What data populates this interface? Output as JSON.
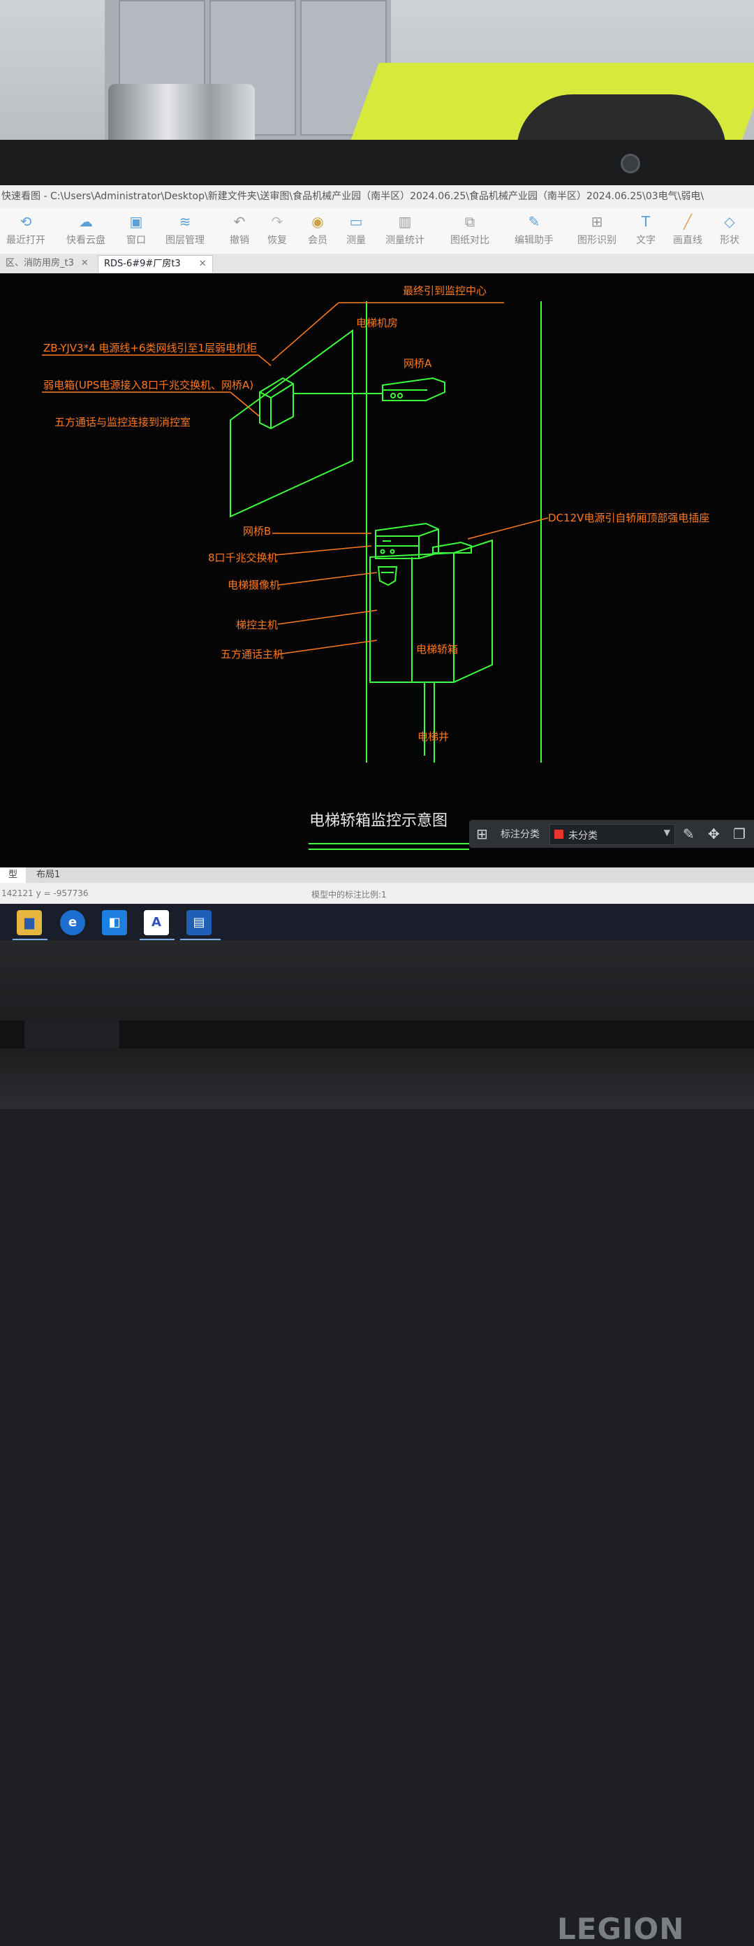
{
  "window": {
    "title": "快速看图 - C:\\Users\\Administrator\\Desktop\\新建文件夹\\送审图\\食品机械产业园（南半区）2024.06.25\\食品机械产业园（南半区）2024.06.25\\03电气\\弱电\\"
  },
  "toolbar": {
    "items": [
      {
        "label": "最近打开",
        "icon": "clock-icon"
      },
      {
        "label": "快看云盘",
        "icon": "cloud-icon"
      },
      {
        "label": "窗口",
        "icon": "window-icon"
      },
      {
        "label": "图层管理",
        "icon": "layers-icon"
      },
      {
        "label": "撤销",
        "icon": "undo-icon"
      },
      {
        "label": "恢复",
        "icon": "redo-icon"
      },
      {
        "label": "会员",
        "icon": "vip-icon"
      },
      {
        "label": "测量",
        "icon": "ruler-icon"
      },
      {
        "label": "测量统计",
        "icon": "chart-icon"
      },
      {
        "label": "图纸对比",
        "icon": "compare-icon"
      },
      {
        "label": "编辑助手",
        "icon": "edit-icon"
      },
      {
        "label": "图形识别",
        "icon": "recognize-icon"
      },
      {
        "label": "文字",
        "icon": "text-icon"
      },
      {
        "label": "画直线",
        "icon": "line-icon"
      },
      {
        "label": "形状",
        "icon": "shape-icon"
      }
    ]
  },
  "tabs": [
    {
      "label": "区、消防用房_t3"
    },
    {
      "label": "RDS-6#9#厂房t3"
    }
  ],
  "drawing": {
    "labels": {
      "monitor_center": "最终引到监控中心",
      "machine_room": "电梯机房",
      "cable": "ZB-YJV3*4 电源线+6类网线引至1层弱电机柜",
      "weak_box": "弱电箱(UPS电源接入8口千兆交换机、网桥A)",
      "five_way": "五方通话与监控连接到消控室",
      "bridge_a": "网桥A",
      "bridge_b": "网桥B",
      "dc12v": "DC12V电源引自轿厢顶部强电插座",
      "switch": "8口千兆交换机",
      "camera": "电梯摄像机",
      "controller": "梯控主机",
      "five_way_host": "五方通话主机",
      "car": "电梯轿箱",
      "shaft": "电梯井"
    },
    "title": "电梯轿箱监控示意图"
  },
  "annotation_bar": {
    "label": "标注分类",
    "selected": "未分类"
  },
  "layouts": [
    {
      "label": "型"
    },
    {
      "label": "布局1"
    }
  ],
  "status": {
    "coord": "142121  y = -957736",
    "scale": "模型中的标注比例:1"
  },
  "device": {
    "brand": "LEGION"
  },
  "colors": {
    "cad_green": "#3cff3c",
    "cad_orange": "#ff7a1f",
    "canvas_bg": "#050505"
  }
}
